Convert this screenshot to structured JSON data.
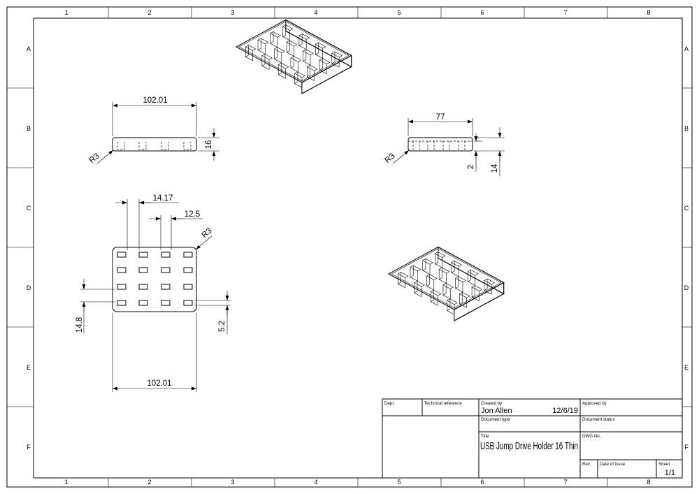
{
  "zones": {
    "columns": [
      "1",
      "2",
      "3",
      "4",
      "5",
      "6",
      "7",
      "8"
    ],
    "rows": [
      "A",
      "B",
      "C",
      "D",
      "E",
      "F"
    ]
  },
  "dimensions": {
    "front_width": "102.01",
    "front_height": "16",
    "front_radius": "R3",
    "side_width": "77",
    "side_wall": "2",
    "side_height": "14",
    "side_radius": "R3",
    "top_pitch": "14.17",
    "top_slot": "12.5",
    "top_radius": "R3",
    "top_row_pitch": "14.8",
    "top_slot_height": "5.2",
    "top_width": "102.01"
  },
  "title_block": {
    "dept_label": "Dept.",
    "tech_ref_label": "Technical reference",
    "created_by_label": "Created by",
    "created_by": "Jon Allen",
    "created_date": "12/6/19",
    "approved_by_label": "Approved by",
    "doc_type_label": "Document type",
    "doc_status_label": "Document status",
    "title_label": "Title",
    "title": "USB Jump Drive Holder 16 Thin",
    "dwg_no_label": "DWG No.",
    "rev_label": "Rev.",
    "date_issue_label": "Date of issue",
    "sheet_label": "Sheet",
    "sheet": "1/1"
  }
}
